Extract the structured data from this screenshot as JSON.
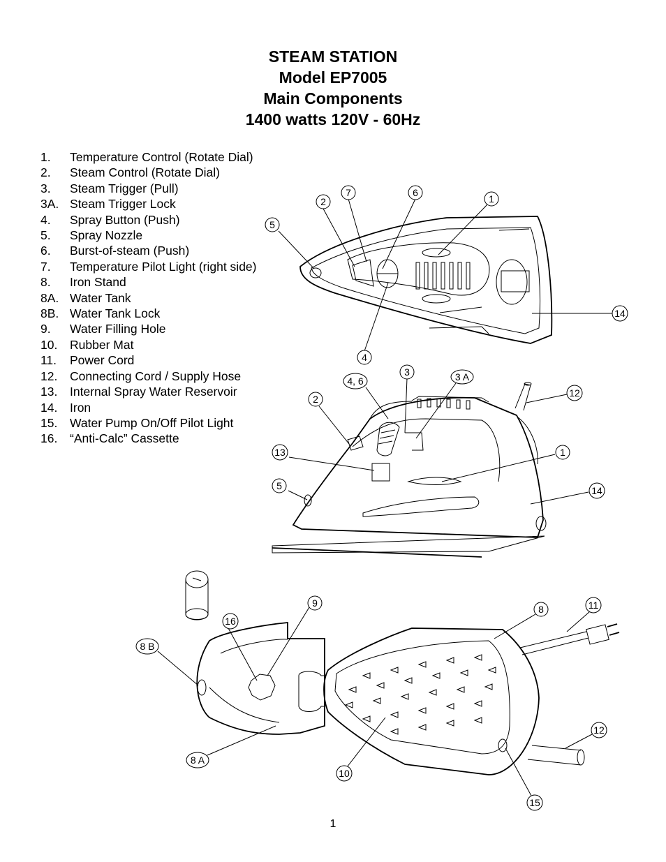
{
  "title": {
    "line1": "STEAM STATION",
    "line2": "Model EP7005",
    "line3": "Main Components",
    "line4": "1400 watts 120V - 60Hz"
  },
  "components": [
    {
      "num": "1.",
      "label": "Temperature Control (Rotate Dial)"
    },
    {
      "num": "2.",
      "label": "Steam Control (Rotate Dial)"
    },
    {
      "num": "3.",
      "label": "Steam Trigger (Pull)"
    },
    {
      "num": "3A.",
      "label": "Steam Trigger Lock"
    },
    {
      "num": "4.",
      "label": "Spray Button (Push)"
    },
    {
      "num": "5.",
      "label": "Spray Nozzle"
    },
    {
      "num": "6.",
      "label": "Burst-of-steam (Push)"
    },
    {
      "num": "7.",
      "label": "Temperature Pilot Light (right side)"
    },
    {
      "num": "8.",
      "label": "Iron Stand"
    },
    {
      "num": "8A.",
      "label": "Water Tank"
    },
    {
      "num": "8B.",
      "label": "Water Tank Lock"
    },
    {
      "num": "9.",
      "label": "Water Filling Hole"
    },
    {
      "num": "10.",
      "label": "Rubber Mat"
    },
    {
      "num": "11.",
      "label": "Power Cord"
    },
    {
      "num": "12.",
      "label": "Connecting Cord / Supply Hose"
    },
    {
      "num": "13.",
      "label": "Internal Spray Water Reservoir"
    },
    {
      "num": "14.",
      "label": "Iron"
    },
    {
      "num": "15.",
      "label": "Water Pump On/Off Pilot Light"
    },
    {
      "num": "16.",
      "label": "“Anti-Calc” Cassette"
    }
  ],
  "callouts": {
    "top_view": [
      "2",
      "7",
      "6",
      "1",
      "5",
      "14",
      "4"
    ],
    "side_view": [
      "4, 6",
      "3",
      "3 A",
      "2",
      "12",
      "13",
      "1",
      "5",
      "14"
    ],
    "stand_view": [
      "9",
      "16",
      "8 B",
      "8",
      "11",
      "12",
      "8 A",
      "10",
      "15"
    ]
  },
  "page_number": "1"
}
